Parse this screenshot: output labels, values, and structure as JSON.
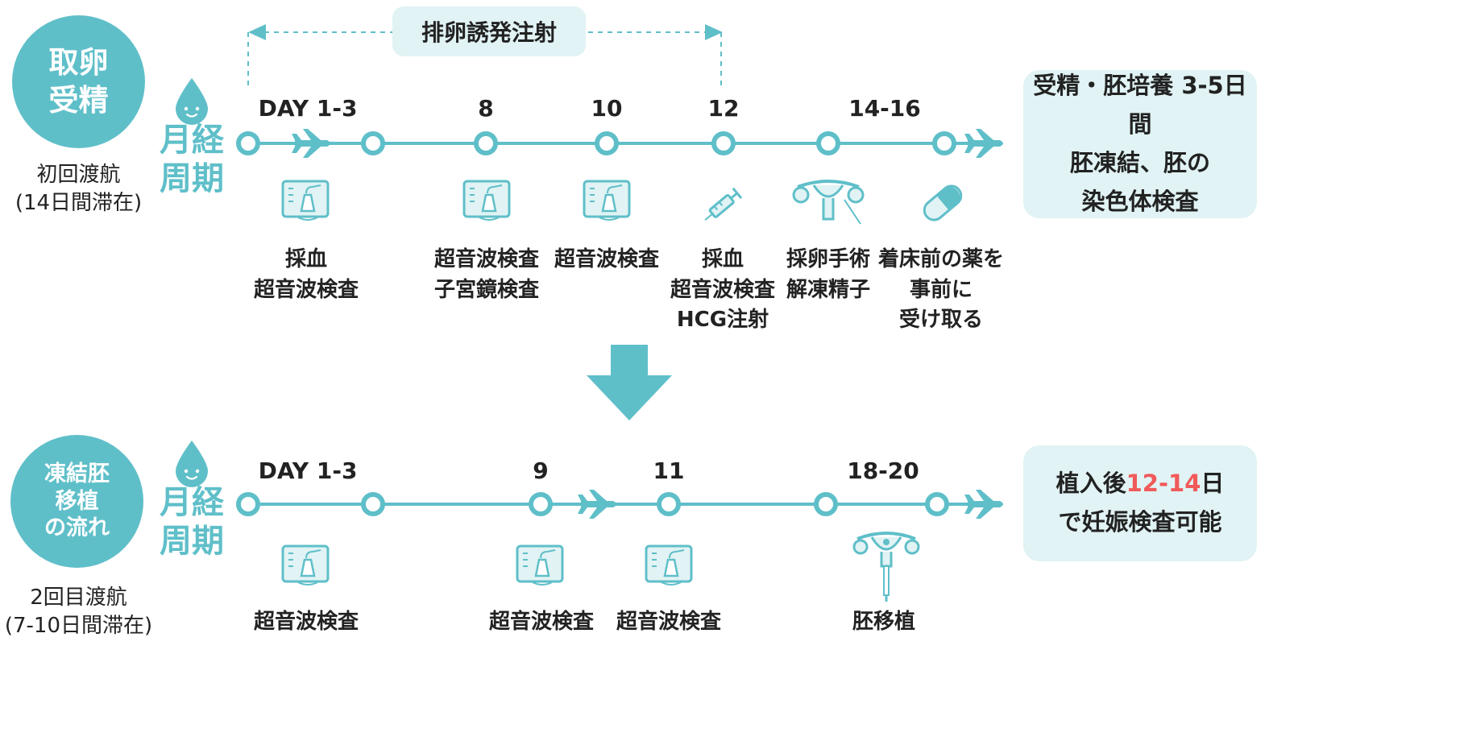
{
  "colors": {
    "teal": "#5fbfc9",
    "light": "#e1f3f4",
    "highlight": "#f15a5a",
    "text": "#222222"
  },
  "top": {
    "badge": "取卵\n受精",
    "trip": "初回渡航\n(14日間滞在)",
    "cycle": "月経\n周期",
    "span_label": "排卵誘発注射",
    "days": [
      "DAY 1-3",
      "8",
      "10",
      "12",
      "14-16"
    ],
    "events": [
      {
        "icon": "ultrasound-icon",
        "label": "採血\n超音波検査"
      },
      {
        "icon": "ultrasound-icon",
        "label": "超音波検査\n子宮鏡検査"
      },
      {
        "icon": "ultrasound-icon",
        "label": "超音波検査"
      },
      {
        "icon": "syringe-icon",
        "label": "採血\n超音波検査\nHCG注射"
      },
      {
        "icon": "uterus-needle-icon",
        "label": "採卵手術\n解凍精子"
      },
      {
        "icon": "capsule-icon",
        "label": "着床前の薬を\n事前に\n受け取る"
      }
    ],
    "result": "受精・胚培養 3-5日間\n胚凍結、胚の\n染色体検査"
  },
  "bottom": {
    "badge": "凍結胚\n移植\nの流れ",
    "trip": "2回目渡航\n(7-10日間滞在)",
    "cycle": "月経\n周期",
    "days": [
      "DAY 1-3",
      "9",
      "11",
      "18-20"
    ],
    "events": [
      {
        "icon": "ultrasound-icon",
        "label": "超音波検査"
      },
      {
        "icon": "ultrasound-icon",
        "label": "超音波検査"
      },
      {
        "icon": "ultrasound-icon",
        "label": "超音波検査"
      },
      {
        "icon": "uterus-transfer-icon",
        "label": "胚移植"
      }
    ],
    "result_before": "植入後",
    "result_highlight": "12-14",
    "result_after": "日\nで妊娠検査可能"
  },
  "icons": {
    "flow_arrow": "down-arrow-icon",
    "plane": "airplane-icon",
    "drop": "menstrual-drop-icon"
  }
}
